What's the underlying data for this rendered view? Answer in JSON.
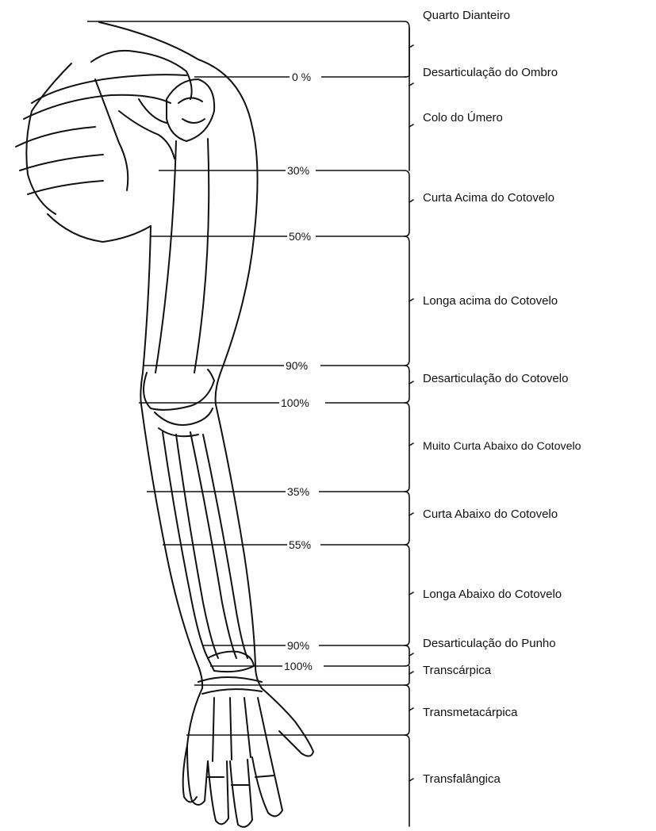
{
  "diagram": {
    "level_names": [
      "Quarto Dianteiro",
      "Desarticulação do Ombro",
      "Colo do Úmero",
      "Curta Acima do Cotovelo",
      "Longa acima do Cotovelo",
      "Desarticulação do Cotovelo",
      "Muito Curta Abaixo do Cotovelo",
      "Curta Abaixo do Cotovelo",
      "Longa Abaixo do Cotovelo",
      "Desarticulação do Punho",
      "Transcárpica",
      "Transmetacárpica",
      "Transfalângica"
    ],
    "percent_markers": [
      "0 %",
      "30%",
      "50%",
      "90%",
      "100%",
      "35%",
      "55%",
      "90%",
      "100%"
    ]
  },
  "colors": {
    "line": "#111111",
    "background": "#ffffff"
  }
}
